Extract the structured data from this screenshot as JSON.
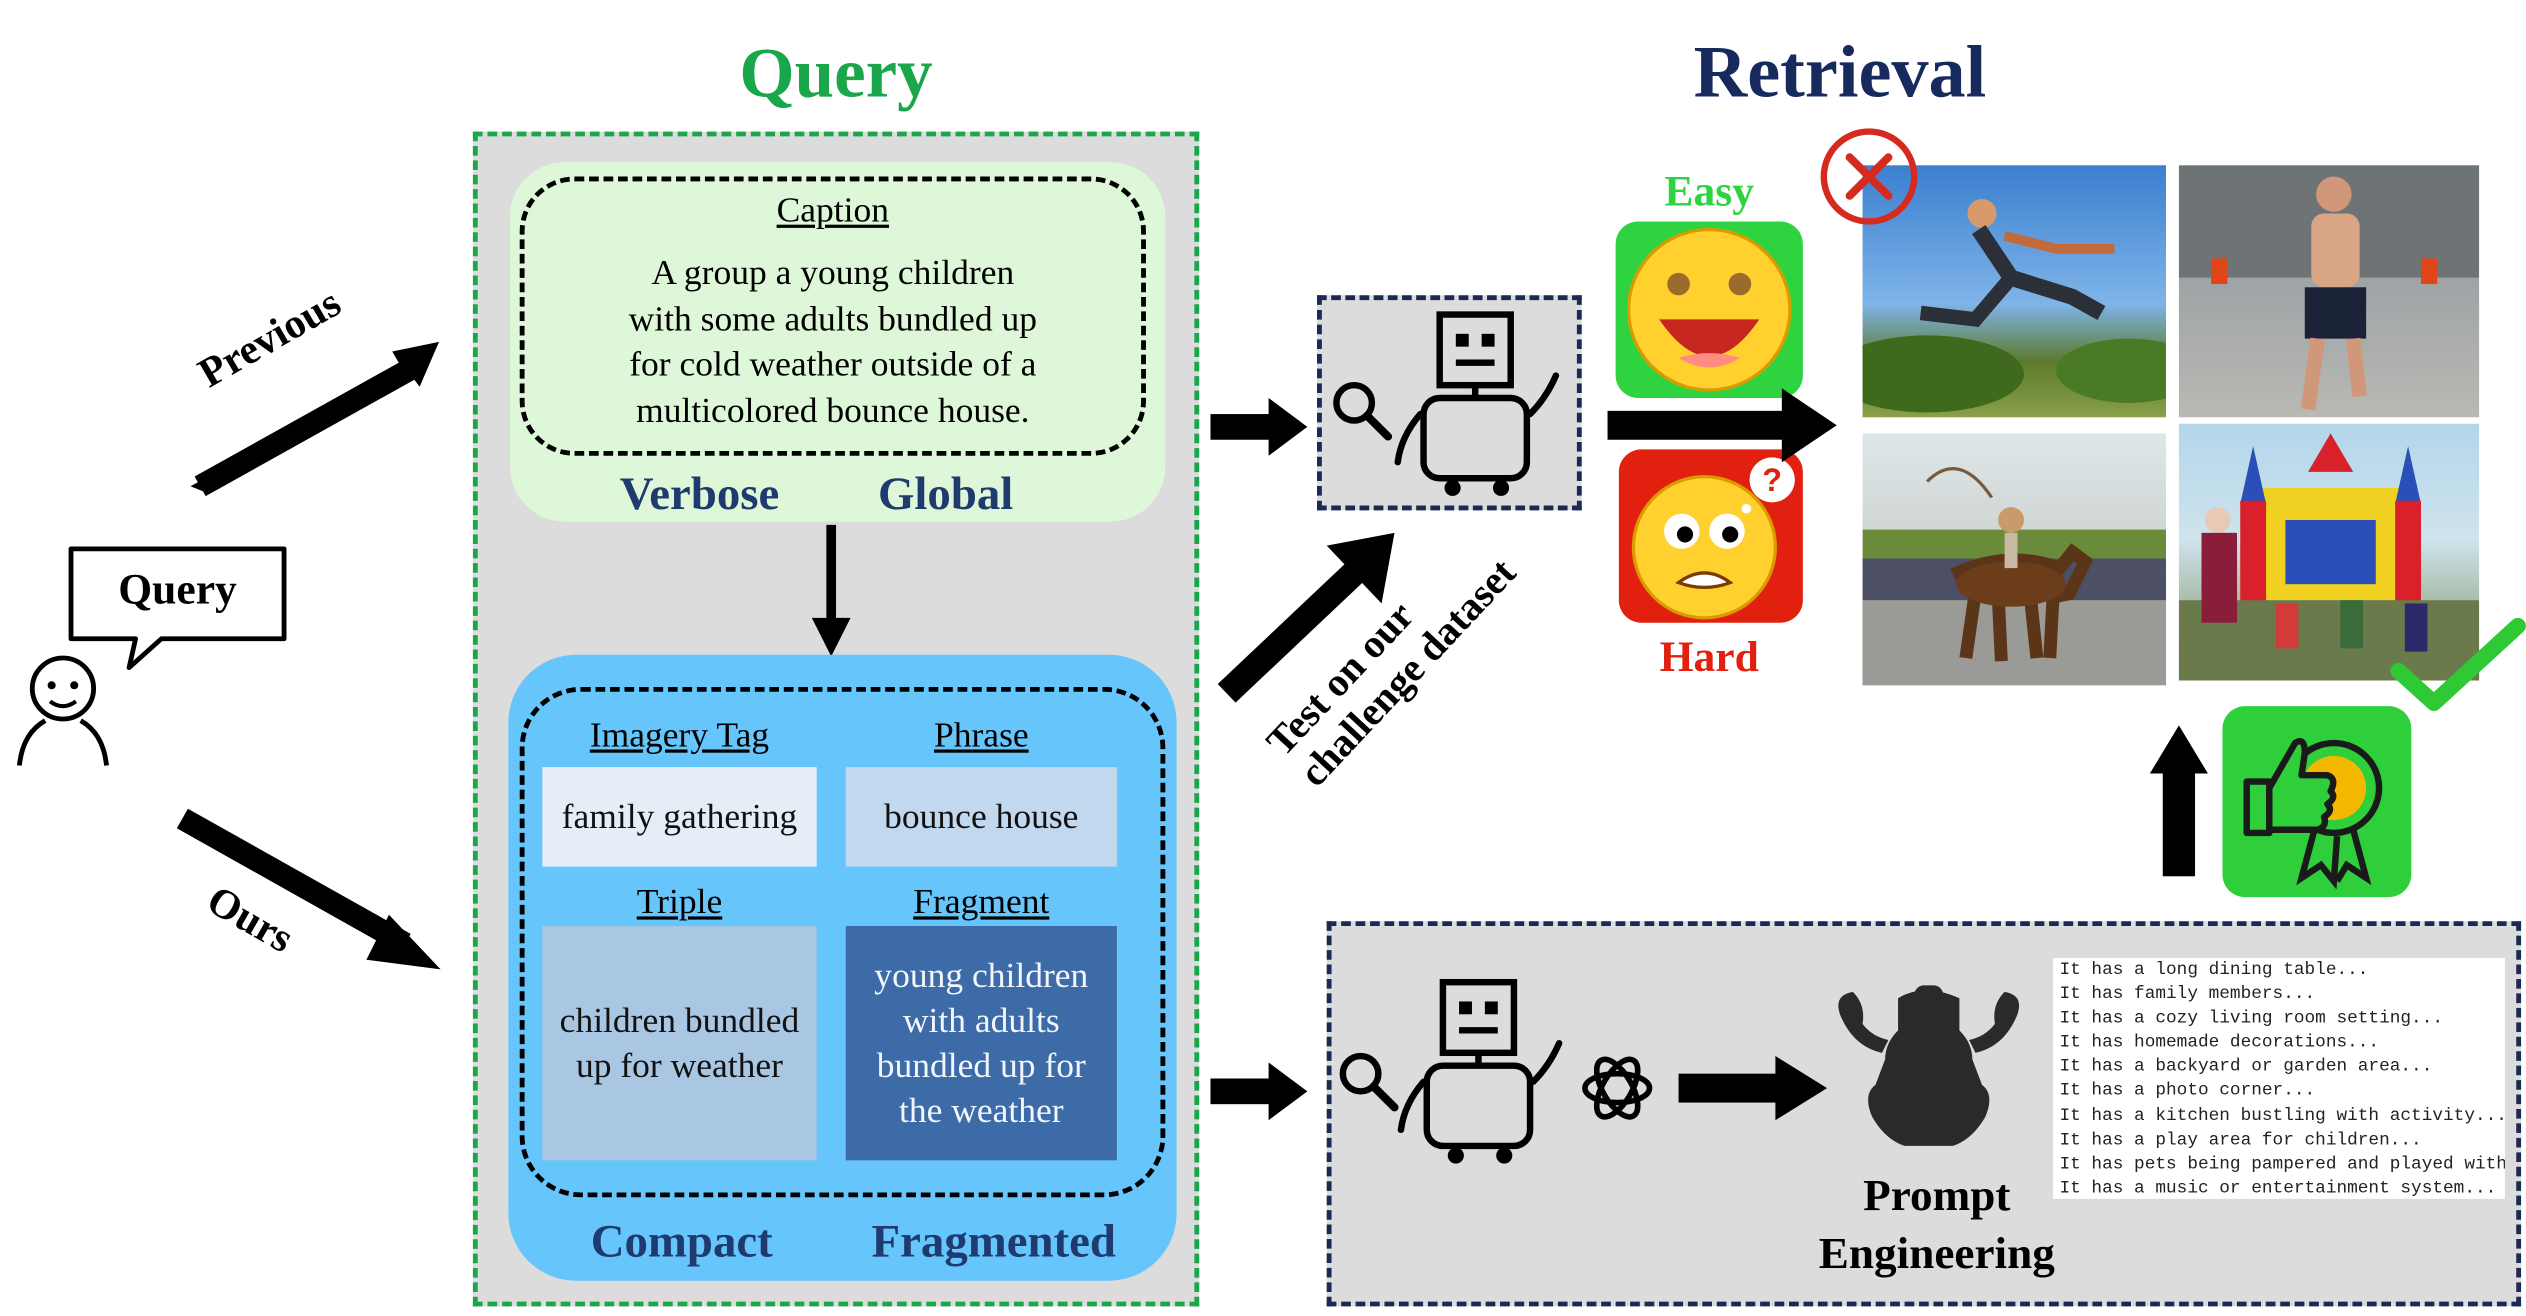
{
  "query_panel": {
    "title": "Query",
    "caption": {
      "heading": "Caption",
      "text_lines": [
        "A group a young children",
        "with some adults bundled up",
        "for cold weather outside of a",
        "multicolored bounce house."
      ],
      "label_left": "Verbose",
      "label_right": "Global"
    },
    "ours_box": {
      "imagery_tag": {
        "heading": "Imagery Tag",
        "text": "family gathering"
      },
      "phrase": {
        "heading": "Phrase",
        "text": "bounce house"
      },
      "triple": {
        "heading": "Triple",
        "text_lines": [
          "children bundled",
          "up for weather"
        ]
      },
      "fragment": {
        "heading": "Fragment",
        "text_lines": [
          "young children",
          "with adults",
          "bundled up for",
          "the weather"
        ]
      },
      "label_left": "Compact",
      "label_right": "Fragmented"
    }
  },
  "user": {
    "speech_bubble": "Query"
  },
  "arrows": {
    "previous_label": "Previous",
    "ours_label": "Ours",
    "test_label_lines": [
      "Test on our",
      "challenge dataset"
    ]
  },
  "retrieval": {
    "title": "Retrieval",
    "easy_label": "Easy",
    "hard_label": "Hard",
    "question_mark": "?"
  },
  "prompt_engineering": {
    "label_lines": [
      "Prompt",
      "Engineering"
    ],
    "prompt_lines": [
      "It has a long dining table...",
      "It has family members...",
      "It has a cozy living room setting...",
      "It has homemade decorations...",
      "It has a backyard or garden area...",
      "It has a photo corner...",
      "It has a kitchen bustling with activity...",
      "It has a play area for children...",
      "It has pets being pampered and played with...",
      "It has a music or entertainment system..."
    ]
  },
  "colors": {
    "query_title": "#1aa64a",
    "retrieval_title": "#162a5e",
    "label_blue": "#1f3a6e",
    "caption_bg": "#def7d8",
    "ours_bg": "#66c5fb",
    "easy_green": "#2fd33f",
    "hard_red": "#e1200f",
    "panel_gray": "#dcdcdc"
  },
  "icons": [
    "user-icon",
    "robot-icon",
    "magnifier-icon",
    "openai-icon",
    "muscle-icon",
    "thumbs-up-badge-icon",
    "x-circle-icon",
    "check-icon",
    "happy-face-icon",
    "confused-face-icon"
  ]
}
